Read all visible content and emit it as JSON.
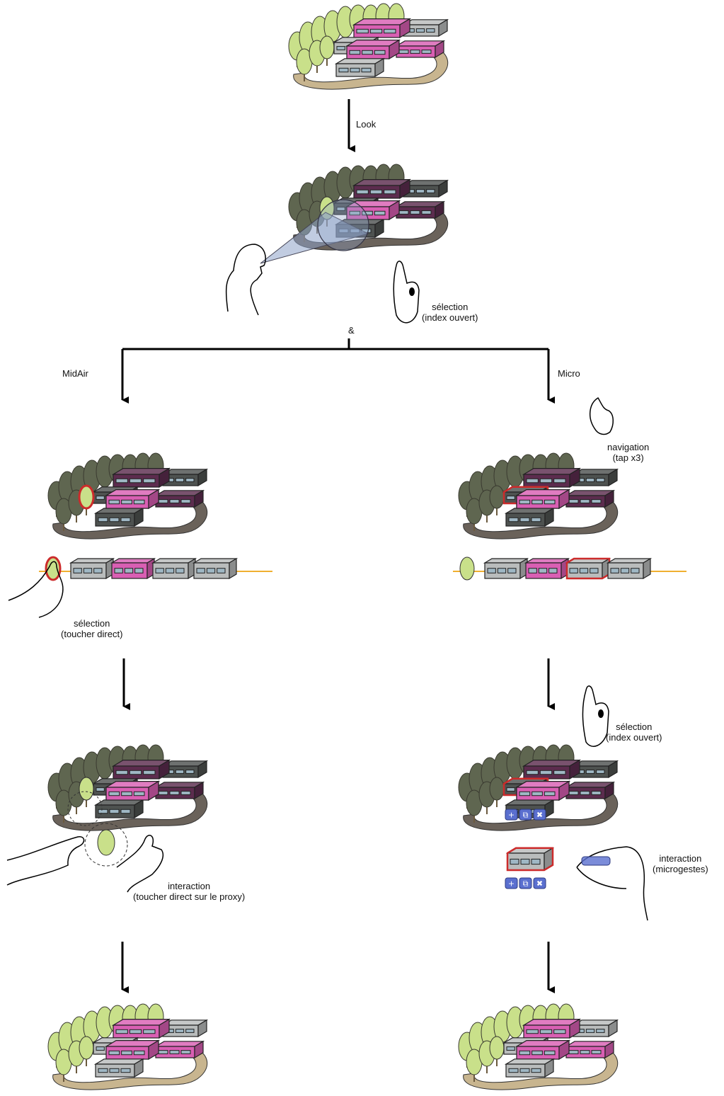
{
  "labels": {
    "look": "Look",
    "and": "&",
    "midair": "MidAir",
    "micro": "Micro",
    "gaze_selection": [
      "sélection",
      "(index ouvert)"
    ],
    "navigation": [
      "navigation",
      "(tap x3)"
    ],
    "midair_selection": [
      "sélection",
      "(toucher direct)"
    ],
    "micro_selection": [
      "sélection",
      "(index ouvert)"
    ],
    "midair_interaction": [
      "interaction",
      "(toucher direct sur le proxy)"
    ],
    "micro_interaction": [
      "interaction",
      "(microgestes)"
    ]
  },
  "colors": {
    "tree_light": "#c9e08a",
    "tree_dark": "#5f6650",
    "pink": "#d95fb3",
    "pink_dark": "#5c2c4e",
    "grey": "#b9bcbc",
    "grey_dark": "#4e5250",
    "path": "#c8b58f",
    "path_dark": "#6a625a",
    "select_red": "#cc2b2b",
    "widget_blue": "#5a6fcf",
    "gaze_cone": "#8ea2c8"
  },
  "icons": {
    "toolbar": [
      "move-icon",
      "duplicate-icon",
      "delete-icon"
    ]
  }
}
